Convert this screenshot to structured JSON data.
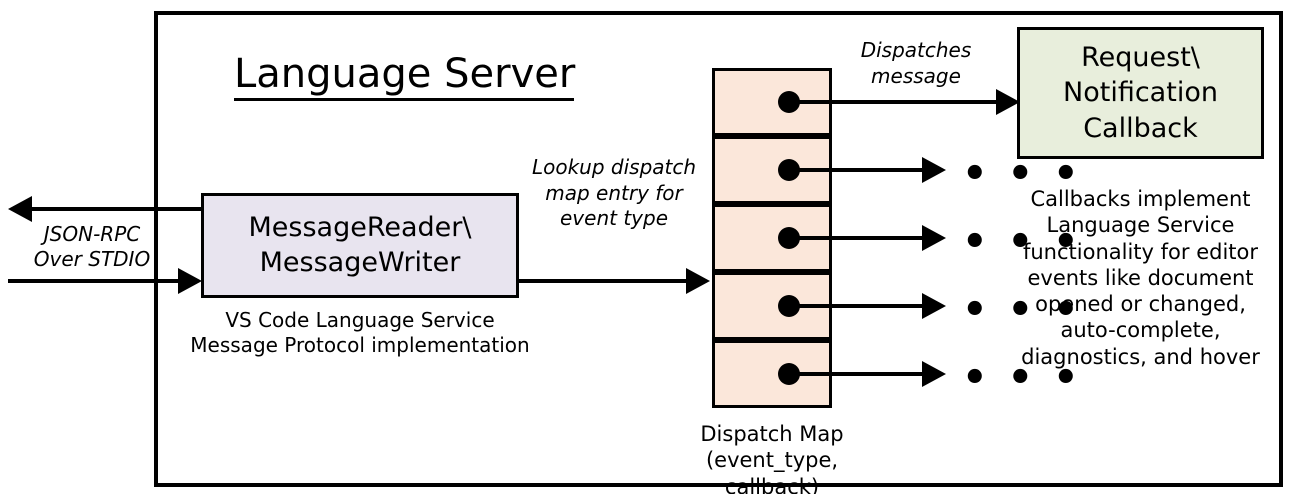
{
  "diagram": {
    "title": "Language Server",
    "frame_border_color": "#000000"
  },
  "reader": {
    "title": "MessageReader\\\nMessageWriter",
    "line1": "MessageReader\\",
    "line2": "MessageWriter",
    "caption_line1": "VS Code Language Service",
    "caption_line2": "Message Protocol implementation",
    "fill_color": "#E8E4EF"
  },
  "io": {
    "label_line1": "JSON-RPC",
    "label_line2": "Over STDIO",
    "outbound_direction": "left",
    "inbound_direction": "right"
  },
  "lookup": {
    "label_line1": "Lookup dispatch",
    "label_line2": "map entry for",
    "label_line3": "event type"
  },
  "dispatch_map": {
    "caption_line1": "Dispatch Map",
    "caption_line2": "(event_type, callback)",
    "fill_color": "#FBE7DA",
    "cell_count": 5,
    "cells": [
      {
        "index": 0,
        "has_dot": true,
        "target": "Request\\Notification Callback"
      },
      {
        "index": 1,
        "has_dot": true,
        "target": "..."
      },
      {
        "index": 2,
        "has_dot": true,
        "target": "..."
      },
      {
        "index": 3,
        "has_dot": true,
        "target": "..."
      },
      {
        "index": 4,
        "has_dot": true,
        "target": "..."
      }
    ],
    "ellipsis": "• • •"
  },
  "dispatch_arrow": {
    "label_line1": "Dispatches",
    "label_line2": "message"
  },
  "callback": {
    "line1": "Request\\",
    "line2": "Notification",
    "line3": "Callback",
    "fill_color": "#E8EEDC",
    "caption_line1": "Callbacks implement",
    "caption_line2": "Language Service",
    "caption_line3": "functionality for editor",
    "caption_line4": "events like document",
    "caption_line5": "opened or changed,",
    "caption_line6": "auto-complete,",
    "caption_line7": "diagnostics, and hover"
  }
}
